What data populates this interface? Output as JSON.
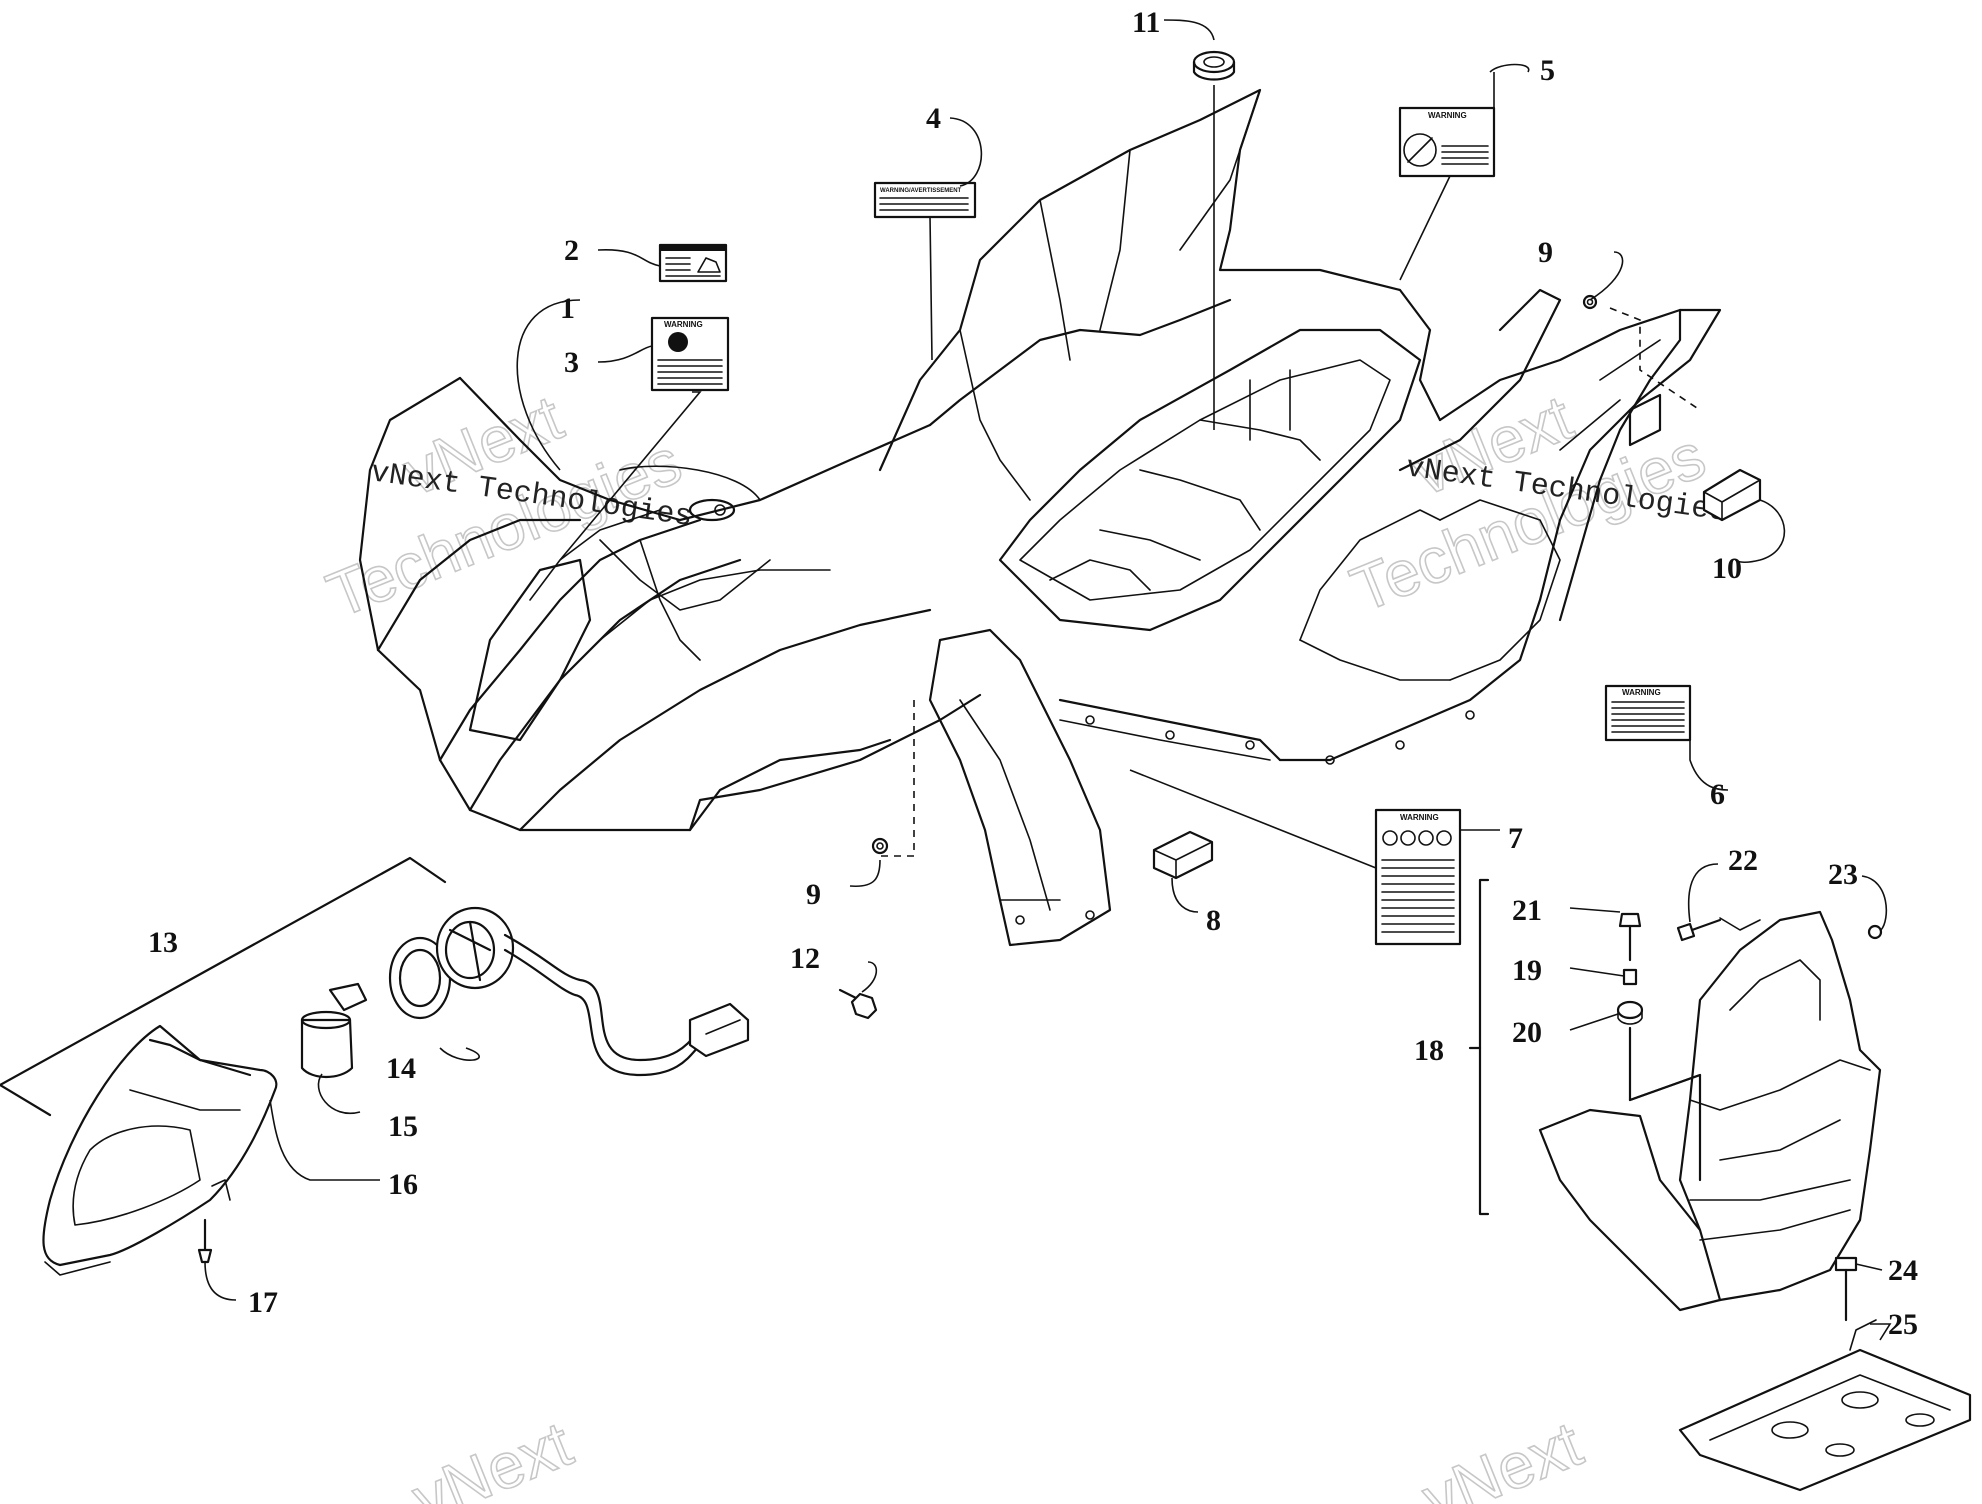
{
  "diagram": {
    "callouts": {
      "c1": "1",
      "c2": "2",
      "c3": "3",
      "c4": "4",
      "c5": "5",
      "c6": "6",
      "c7": "7",
      "c8": "8",
      "c9a": "9",
      "c9b": "9",
      "c10": "10",
      "c11": "11",
      "c12": "12",
      "c13": "13",
      "c14": "14",
      "c15": "15",
      "c16": "16",
      "c17": "17",
      "c18": "18",
      "c19": "19",
      "c20": "20",
      "c21": "21",
      "c22": "22",
      "c23": "23",
      "c24": "24",
      "c25": "25"
    },
    "decals": {
      "warning": "WARNING",
      "warning_caution": "WARNING/AVERTISSEMENT"
    },
    "watermark": {
      "line_a": "vNext",
      "line_b": "Technologies",
      "caption": "vNext Technologies"
    }
  }
}
